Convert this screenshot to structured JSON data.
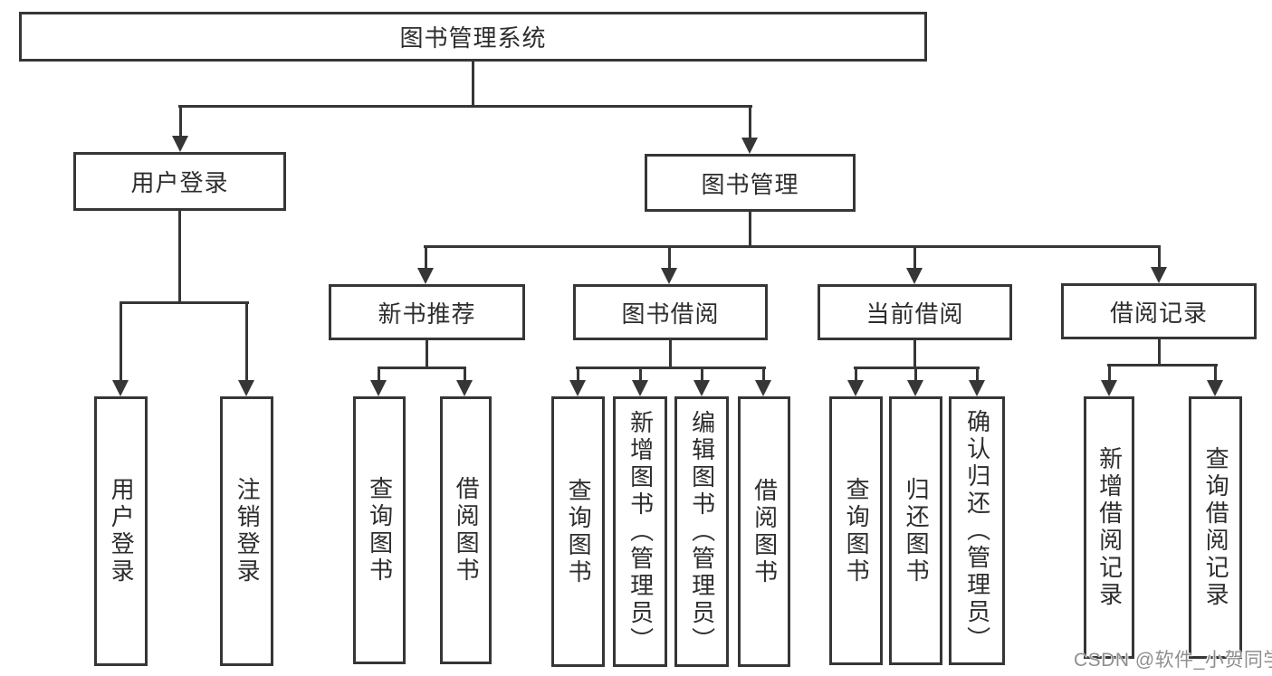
{
  "diagram": {
    "root": {
      "label": "图书管理系统"
    },
    "branches": [
      {
        "label": "用户登录",
        "children": [
          {
            "label": "用户登录"
          },
          {
            "label": "注销登录"
          }
        ]
      },
      {
        "label": "图书管理",
        "sections": [
          {
            "label": "新书推荐",
            "children": [
              {
                "label": "查询图书"
              },
              {
                "label": "借阅图书"
              }
            ]
          },
          {
            "label": "图书借阅",
            "children": [
              {
                "label": "查询图书"
              },
              {
                "label": "新增图书（管理员）"
              },
              {
                "label": "编辑图书（管理员）"
              },
              {
                "label": "借阅图书"
              }
            ]
          },
          {
            "label": "当前借阅",
            "children": [
              {
                "label": "查询图书"
              },
              {
                "label": "归还图书"
              },
              {
                "label": "确认归还（管理员）"
              }
            ]
          },
          {
            "label": "借阅记录",
            "children": [
              {
                "label": "新增借阅记录"
              },
              {
                "label": "查询借阅记录"
              }
            ]
          }
        ]
      }
    ]
  },
  "watermark": {
    "text": "CSDN @软件_小贺同学"
  },
  "colors": {
    "line": "#363636",
    "text": "#2d2d2d",
    "background": "#ffffff",
    "watermark": "#8f8f8f"
  }
}
